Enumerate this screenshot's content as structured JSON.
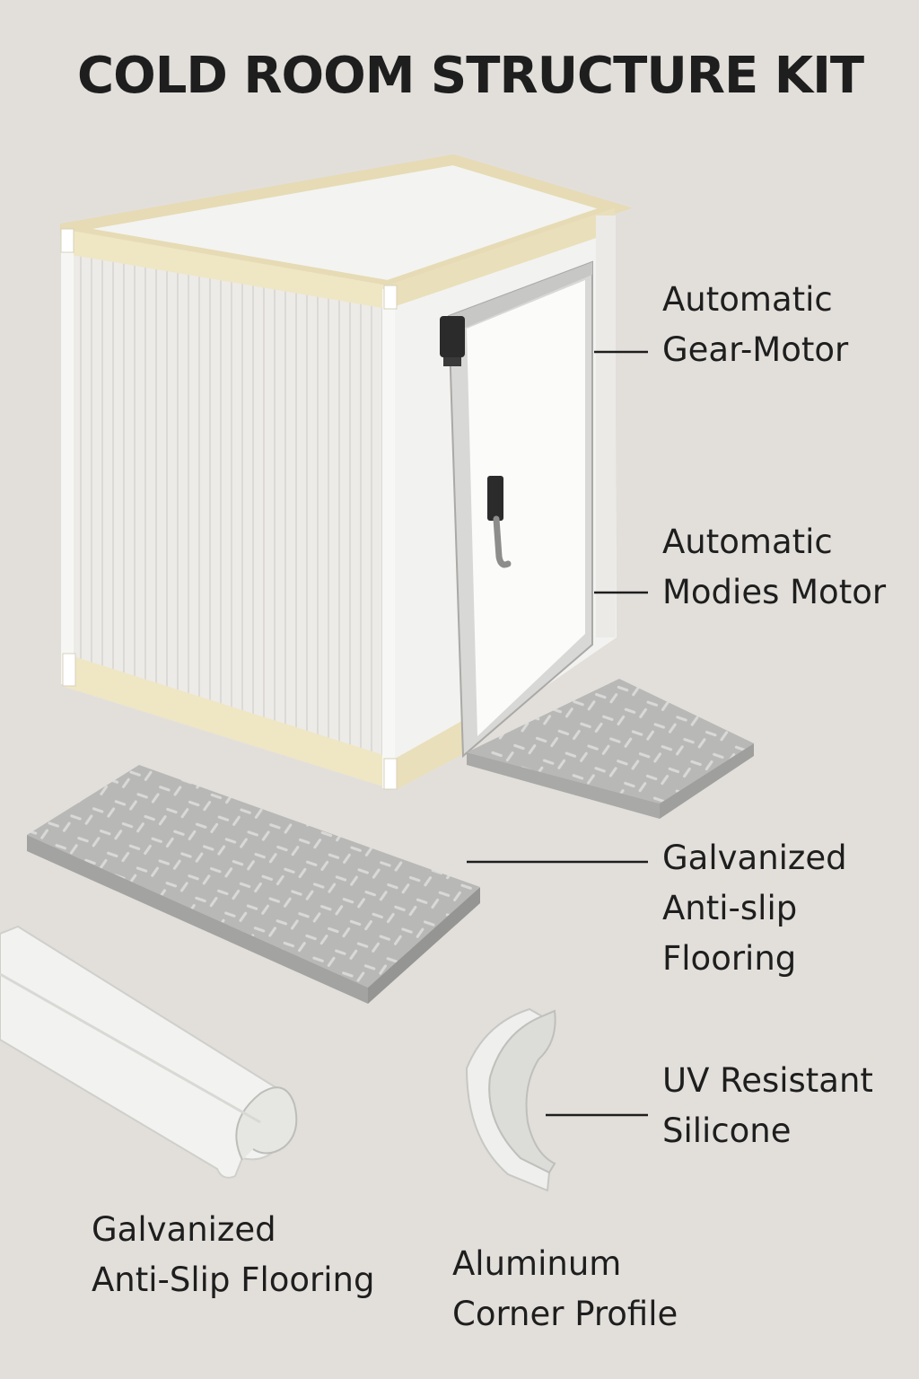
{
  "title": "COLD ROOM STRUCTURE KIT",
  "labels": {
    "gear_motor": {
      "line1": "Automatic",
      "line2": "Gear-Motor"
    },
    "modies_motor": {
      "line1": "Automatic",
      "line2": "Modies Motor"
    },
    "flooring_right": {
      "line1": "Galvanized",
      "line2": "Anti-slip",
      "line3": "Flooring"
    },
    "silicone": {
      "line1": "UV Resistant",
      "line2": "Silicone"
    },
    "flooring_bottom": {
      "line1": "Galvanized",
      "line2": "Anti-Slip Flooring"
    },
    "corner_profile": {
      "line1": "Aluminum",
      "line2": "Corner Profile"
    }
  },
  "colors": {
    "background": "#e2dfdb",
    "panel": "#f1f1ef",
    "trim": "#efe6c4",
    "metal": "#b9b9b7",
    "text": "#1e1e1e"
  }
}
